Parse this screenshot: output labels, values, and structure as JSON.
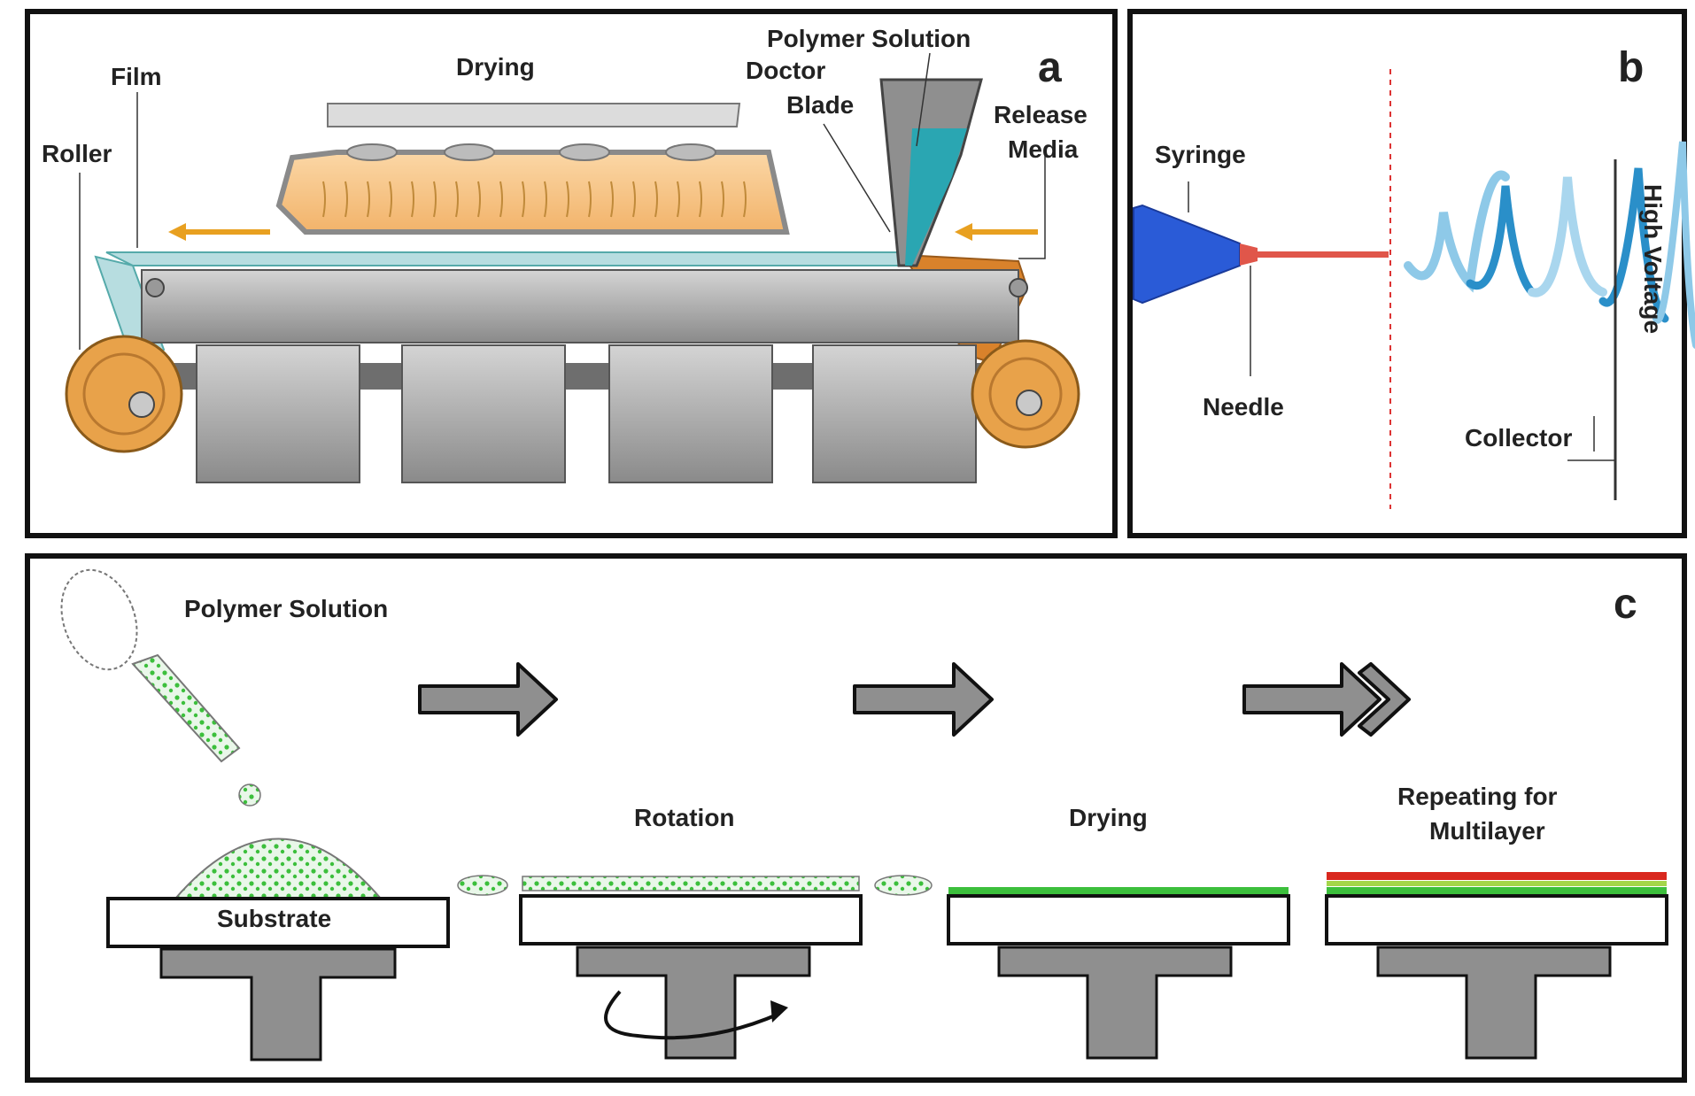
{
  "panel_a": {
    "letter": "a",
    "labels": {
      "film": "Film",
      "drying": "Drying",
      "polymer_solution": "Polymer Solution",
      "doctor": "Doctor",
      "blade": "Blade",
      "release": "Release",
      "media": "Media",
      "roller": "Roller"
    }
  },
  "panel_b": {
    "letter": "b",
    "labels": {
      "syringe": "Syringe",
      "needle": "Needle",
      "collector": "Collector",
      "high_voltage": "High Voltage"
    }
  },
  "panel_c": {
    "letter": "c",
    "labels": {
      "polymer_solution": "Polymer Solution",
      "substrate": "Substrate",
      "rotation": "Rotation",
      "drying": "Drying",
      "repeating_line1": "Repeating for",
      "repeating_line2": "Multilayer"
    }
  },
  "colors": {
    "frame": "#111111",
    "metal": "#a9a9a9",
    "metal_dark": "#6e6e6e",
    "orange": "#e8a24a",
    "teal": "#2aa6b2",
    "film": "#b7dde0",
    "syringe_blue": "#2a5bd7",
    "needle_red": "#e0564a",
    "layer_green": "#3cbf3c",
    "layer_red": "#d9281e",
    "arrow_gray": "#8f8f8f"
  }
}
